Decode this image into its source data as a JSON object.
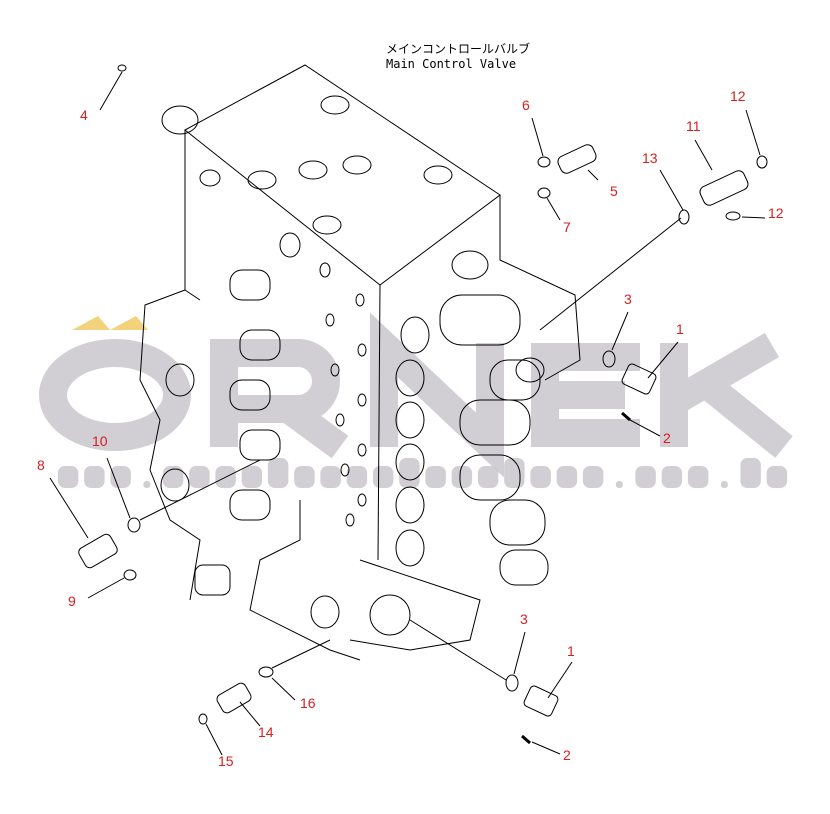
{
  "title": {
    "japanese": "メインコントロールバルブ",
    "english": "Main Control Valve"
  },
  "watermark": {
    "brand": "ÖRNEK",
    "url": "www.ornekismakinalari.com.tr"
  },
  "colors": {
    "callout": "#d42020",
    "watermark": "#c9c7cc",
    "watermark_accent": "#f2d27a"
  },
  "callouts": [
    {
      "id": "c4",
      "label": "4"
    },
    {
      "id": "c6",
      "label": "6"
    },
    {
      "id": "c5",
      "label": "5"
    },
    {
      "id": "c7",
      "label": "7"
    },
    {
      "id": "c13",
      "label": "13"
    },
    {
      "id": "c11",
      "label": "11"
    },
    {
      "id": "c12a",
      "label": "12"
    },
    {
      "id": "c12b",
      "label": "12"
    },
    {
      "id": "c3a",
      "label": "3"
    },
    {
      "id": "c1a",
      "label": "1"
    },
    {
      "id": "c2a",
      "label": "2"
    },
    {
      "id": "c10",
      "label": "10"
    },
    {
      "id": "c8",
      "label": "8"
    },
    {
      "id": "c9",
      "label": "9"
    },
    {
      "id": "c3b",
      "label": "3"
    },
    {
      "id": "c1b",
      "label": "1"
    },
    {
      "id": "c2b",
      "label": "2"
    },
    {
      "id": "c16",
      "label": "16"
    },
    {
      "id": "c14",
      "label": "14"
    },
    {
      "id": "c15",
      "label": "15"
    }
  ]
}
